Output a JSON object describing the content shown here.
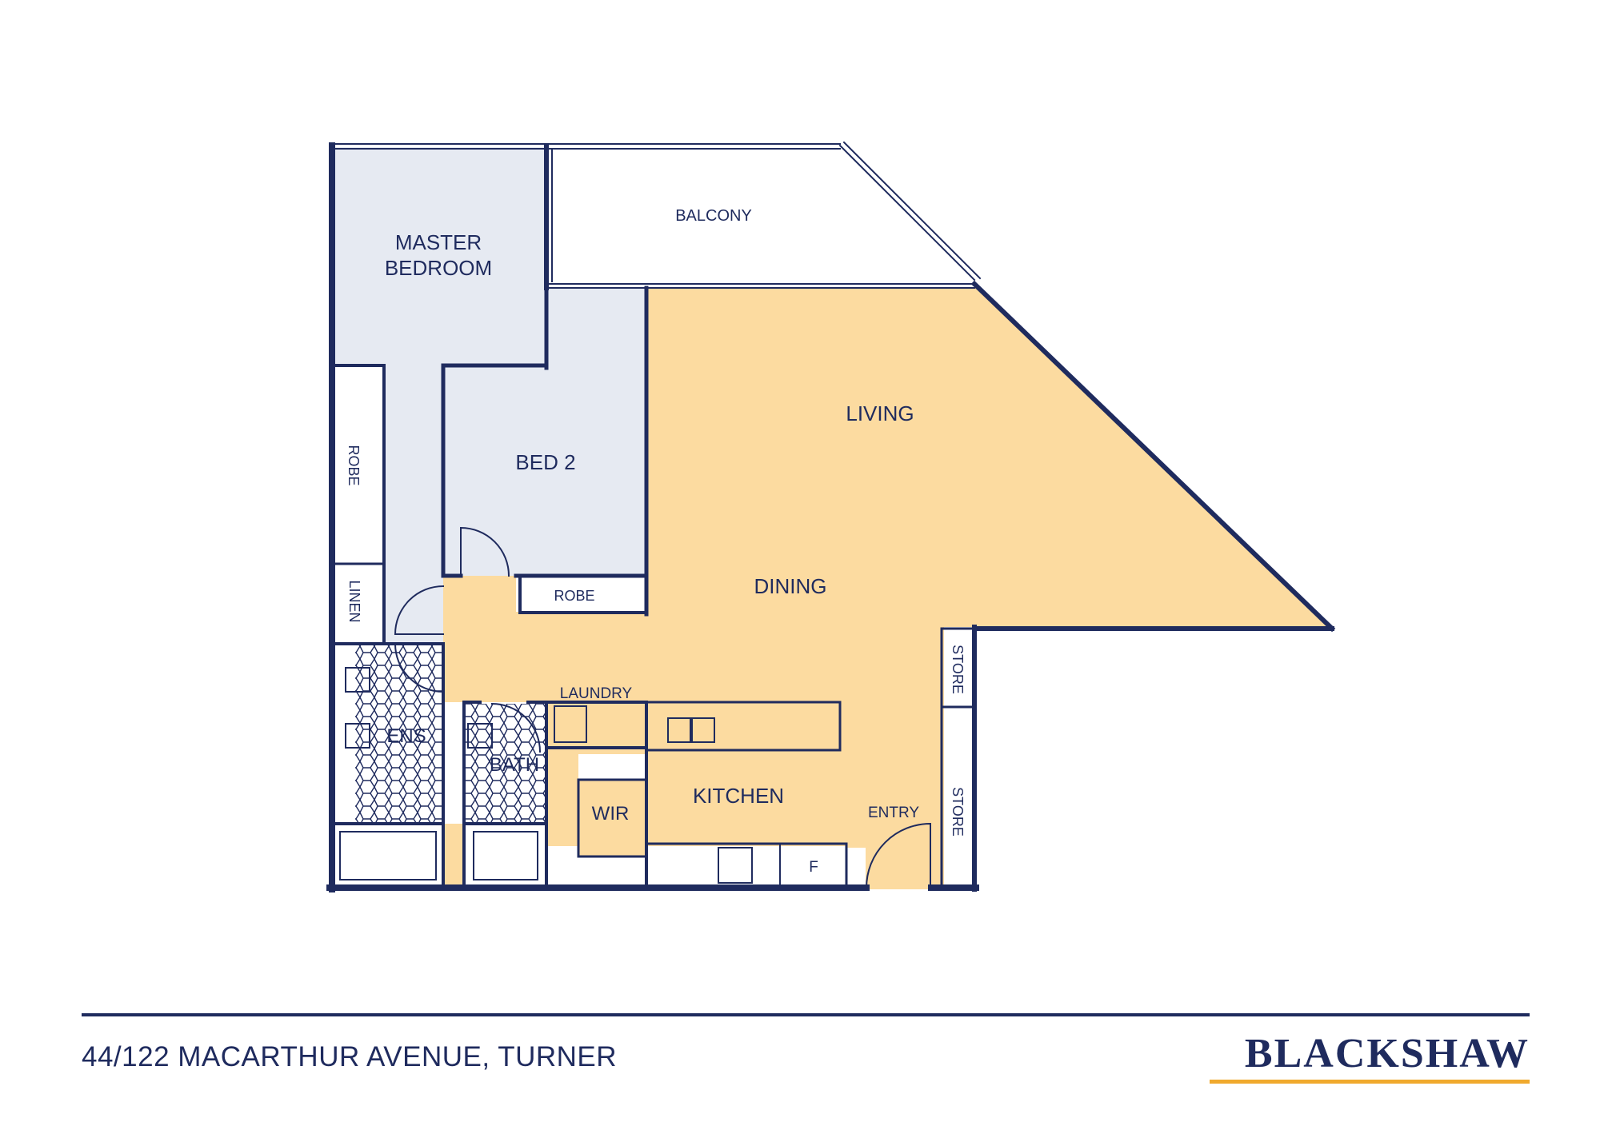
{
  "rooms": {
    "master_bedroom_line1": "MASTER",
    "master_bedroom_line2": "BEDROOM",
    "balcony": "BALCONY",
    "living": "LIVING",
    "bed2": "BED 2",
    "dining": "DINING",
    "robe_master": "ROBE",
    "linen": "LINEN",
    "robe_bed2": "ROBE",
    "laundry": "LAUNDRY",
    "ens": "ENS",
    "bath": "BATH",
    "wir": "WIR",
    "kitchen": "KITCHEN",
    "entry": "ENTRY",
    "store1": "STORE",
    "store2": "STORE",
    "fridge": "F"
  },
  "footer": {
    "address": "44/122 MACARTHUR AVENUE, TURNER",
    "brand": "BLACKSHAW"
  },
  "colors": {
    "wall": "#1f2b5e",
    "bedroom_fill": "#e6eaf2",
    "living_fill": "#fcdba0",
    "accent": "#f0a92d"
  }
}
